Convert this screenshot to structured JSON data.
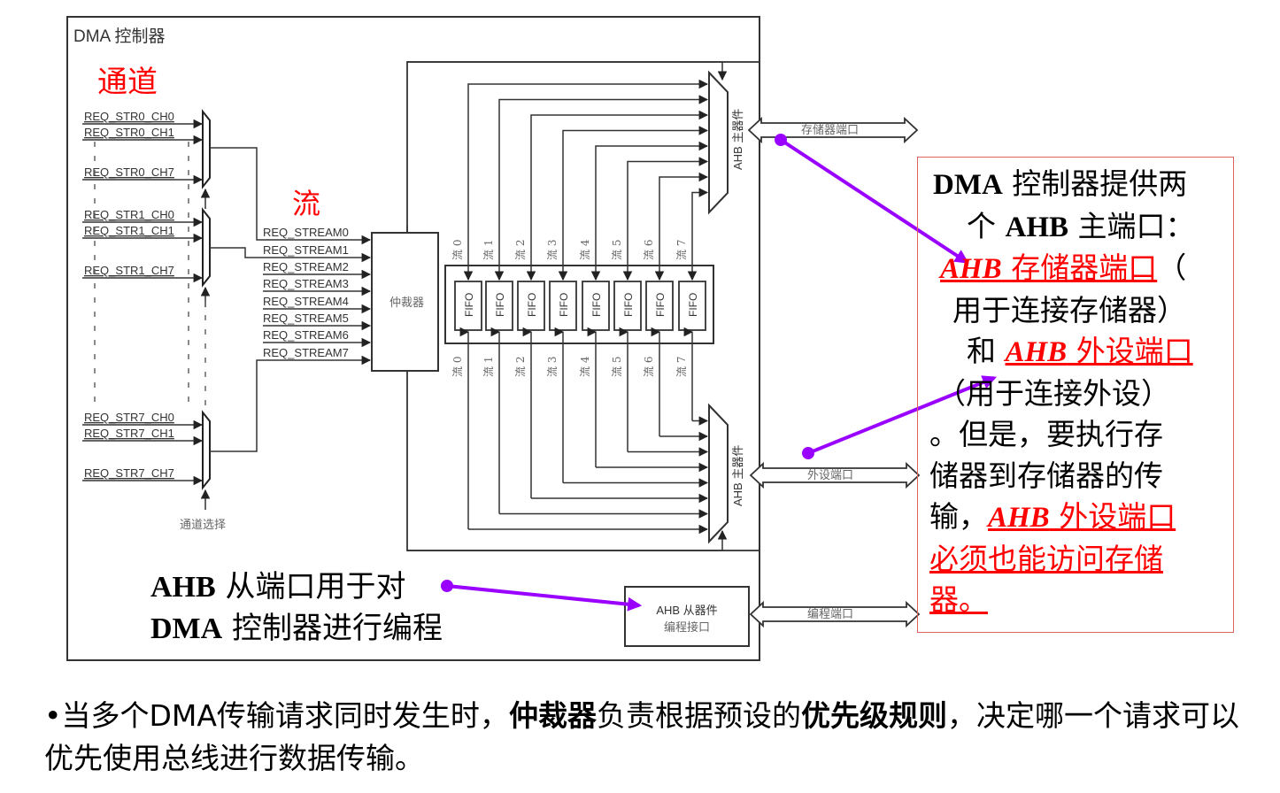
{
  "diagram": {
    "controller_title": "DMA 控制器",
    "channel_heading": "通道",
    "stream_heading": "流",
    "mux_groups": [
      {
        "inputs": [
          "REQ_STR0_CH0",
          "REQ_STR0_CH1",
          "REQ_STR0_CH7"
        ]
      },
      {
        "inputs": [
          "REQ_STR1_CH0",
          "REQ_STR1_CH1",
          "REQ_STR1_CH7"
        ]
      },
      {
        "inputs": [
          "REQ_STR7_CH0",
          "REQ_STR7_CH1",
          "REQ_STR7_CH7"
        ]
      }
    ],
    "channel_select_label": "通道选择",
    "stream_requests": [
      "REQ_STREAM0",
      "REQ_STREAM1",
      "REQ_STREAM2",
      "REQ_STREAM3",
      "REQ_STREAM4",
      "REQ_STREAM5",
      "REQ_STREAM6",
      "REQ_STREAM7"
    ],
    "arbiter_label": "仲裁器",
    "stream_labels": [
      "流 0",
      "流 1",
      "流 2",
      "流 3",
      "流 4",
      "流 5",
      "流 6",
      "流 7"
    ],
    "fifo_label": "FIFO",
    "ahb_master_label": "AHB 主器件",
    "memory_port_label": "存储器端口",
    "peripheral_port_label": "外设端口",
    "ahb_slave_box": {
      "line1": "AHB 从器件",
      "line2": "编程接口"
    },
    "programming_port_label": "编程端口"
  },
  "annotations": {
    "slave_note": {
      "line1_en": "AHB",
      "line1_cn": " 从端口用于对",
      "line2_en": "DMA",
      "line2_cn": " 控制器进行编程"
    },
    "callout": {
      "l1_en": "DMA",
      "l1_cn": " 控制器提供两",
      "l2_pre": "个 ",
      "l2_en": "AHB",
      "l2_cn": " 主端口：",
      "l3_red_en": "AHB",
      "l3_red_cn": " 存储器端口",
      "l3_tail": "（",
      "l4": "用于连接存储器）",
      "l5_pre": "和 ",
      "l5_red_en": "AHB",
      "l5_red_cn": " 外设端口",
      "l6": "（用于连接外设）",
      "l7": "。但是，要执行存",
      "l8": "储器到存储器的传",
      "l9_pre": "输，",
      "l9_red_en": "AHB",
      "l9_red_cn": " 外设端口",
      "l10_red": "必须也能访问存储",
      "l11_red": "器。"
    },
    "bottom": {
      "bullet": "•",
      "p1": "当多个DMA传输请求同时发生时，",
      "b1": "仲裁器",
      "p2": "负责根据预设的",
      "b2": "优先级规则",
      "p3": "，决定哪一个请求可以优先使用总线进行数据传输。"
    }
  },
  "colors": {
    "accent_red": "#ff0000",
    "arrow_purple": "#9900ff",
    "line": "#333333",
    "callout_border": "#e06060"
  }
}
